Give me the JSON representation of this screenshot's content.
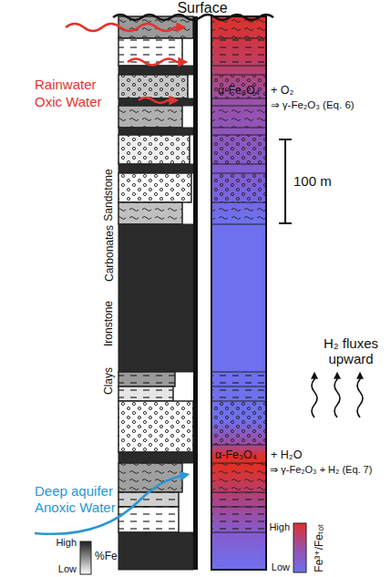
{
  "diagram": {
    "labels": [
      "Surface",
      "Rainwater",
      "Oxic Water",
      "α-Fe₃O₄",
      "+ O₂",
      "⇒ γ-Fe₂O₃ (Eq. 6)",
      "100 m",
      "Sandstone",
      "Carbonates",
      "Ironstone",
      "H₂ fluxes upward",
      "Clays",
      "Deep aquifer",
      "Anoxic Water",
      "α-Fe₃O₄",
      "+ H₂O",
      "⇒ γ-Fe₂O₃ + H₂ (Eq. 7)",
      "High",
      "%Fe",
      "Low",
      "High",
      "Fe³⁺/Feₜₒₜ",
      "Low"
    ]
  }
}
